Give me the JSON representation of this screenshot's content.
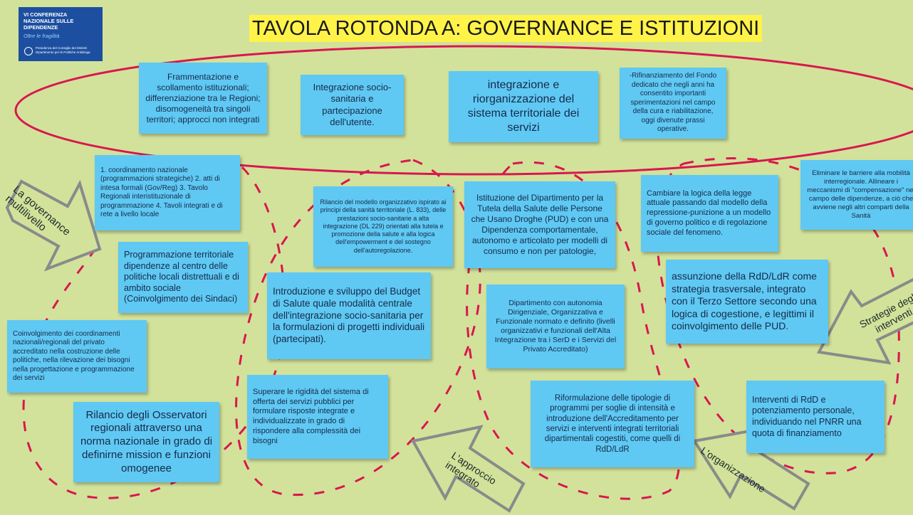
{
  "logo": {
    "line1": "VI CONFERENZA NAZIONALE SULLE DIPENDENZE",
    "line2": "Oltre le fragilità",
    "line3": "Presidenza del Consiglio dei Ministri Dipartimento per le Politiche Antidroga"
  },
  "title": "TAVOLA ROTONDA A: GOVERNANCE E ISTITUZIONI",
  "notes": {
    "n1": "Frammentazione e scollamento istituzionali; differenziazione tra le Regioni; disomogeneità  tra singoli territori; approcci non integrati",
    "n2": "Integrazione socio-sanitaria e partecipazione dell'utente.",
    "n3": "integrazione e riorganizzazione del sistema territoriale dei servizi",
    "n4": "-Rifinanziamento del Fondo dedicato che negli anni ha consentito importanti sperimentazioni nel campo della cura e riabilitazione, oggi divenute prassi operative.",
    "n5": "1. coordinamento nazionale (programmazioni strategiche) 2. atti di intesa formali (Gov/Reg) 3. Tavolo Regionali interistituzionale di programmazione 4. Tavoli integrati e di rete a livello locale",
    "n6": "Rilancio del modello organizzativo ispirato ai principi della sanità territoriale (L. 833), delle prestazioni socio-sanitarie a alta integrazione (DL 229) orientati alla tutela e promozione della salute e alla logica dell'empowerment e del sostegno dell'autoregolazione.",
    "n7": "Istituzione del Dipartimento per la Tutela della Salute delle Persone che Usano Droghe (PUD) e con una Dipendenza comportamentale, autonomo e articolato per modelli di consumo e non per patologie,",
    "n8": "Cambiare la logica della legge attuale passando dal modello della repressione-punizione a un modello di governo politico e di regolazione sociale del fenomeno.",
    "n9": "Eliminare le barriere alla mobilità interregionale. Allineare  i meccanismi di \"compensazione\" nel campo delle dipendenze, a ciò che avviene negli altri comparti della Sanità",
    "n10": "Programmazione territoriale dipendenze al centro delle politiche locali distrettuali e di ambito sociale (Coinvolgimento dei Sindaci)",
    "n11": "Introduzione  e sviluppo del Budget di Salute  quale modalità centrale dell'integrazione socio-sanitaria per la formulazioni di progetti individuali (partecipati).",
    "n12": "Dipartimento  con autonomia Dirigenziale, Organizzativa e Funzionale normato e definito (livelli organizzativi e funzionali dell'Alta Integrazione tra i SerD e i Servizi del Privato Accreditato)",
    "n13": "assunzione della RdD/LdR come strategia trasversale, integrato con il Terzo Settore secondo una logica di cogestione, e legittimi il coinvolgimento delle PUD.",
    "n14": "Coinvolgimento dei coordinamenti nazionali/regionali del privato accreditato nella costruzione delle politiche, nella rilevazione dei bisogni nella progettazione e programmazione dei servizi",
    "n15": "Superare le rigidità del sistema di offerta dei servizi pubblici per formulare risposte integrate e individualizzate in grado di rispondere alla complessità dei bisogni",
    "n16": "Riformulazione delle tipologie di programmi per soglie di intensità  e introduzione dell'Accreditamento per servizi e interventi integrati territoriali dipartimentali cogestiti, come quelli di RdD/LdR",
    "n17": "Interventi di RdD e potenziamento personale, individuando  nel PNRR una quota di finanziamento",
    "n18": "Rilancio degli  Osservatori regionali attraverso una norma nazionale in grado di definirne mission e funzioni omogenee"
  },
  "arrows": {
    "governance": "La governance multilivello",
    "approccio": "L'approccio integrato",
    "organizzazione": "L'organizzazione",
    "strategie": "Strategie degli interventi"
  },
  "colors": {
    "background": "#d2e29a",
    "sticky_note": "#5fc9f3",
    "outline": "#d8174f",
    "title_highlight": "#fff34a",
    "arrow_outline": "#8a8a8a"
  }
}
